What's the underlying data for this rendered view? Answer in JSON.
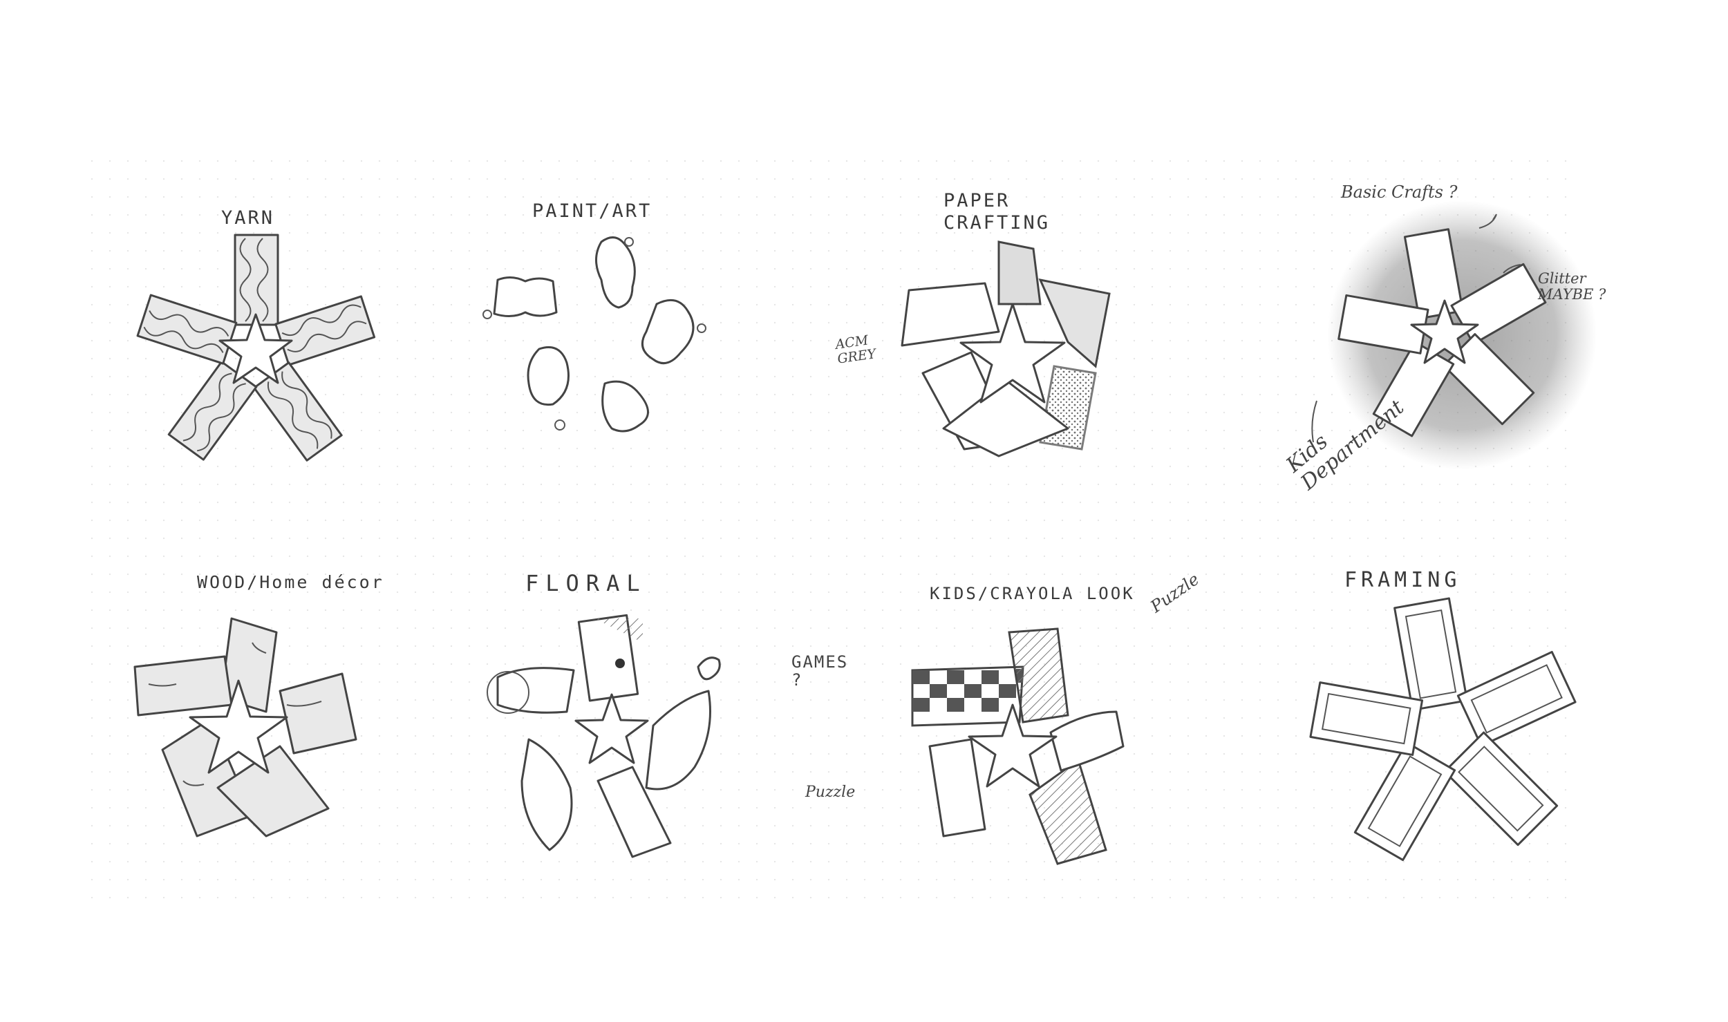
{
  "sketches": [
    {
      "id": "yarn",
      "label": "YARN"
    },
    {
      "id": "paint",
      "label": "PAINT/ART"
    },
    {
      "id": "paper",
      "label": "PAPER\nCRAFTING"
    },
    {
      "id": "basic",
      "label": "Basic Crafts ?"
    },
    {
      "id": "wood",
      "label": "WOOD/Home décor"
    },
    {
      "id": "floral",
      "label": "FLORAL"
    },
    {
      "id": "kids",
      "label": "KIDS/CRAYOLA LOOK"
    },
    {
      "id": "framing",
      "label": "FRAMING"
    }
  ],
  "annotations": {
    "acm_grey": "ACM\nGREY",
    "glitter": "Glitter\nMAYBE ?",
    "kids_department": "Kids\nDepartment",
    "games": "GAMES\n?",
    "puzzle_right": "Puzzle",
    "puzzle_left": "Puzzle"
  }
}
